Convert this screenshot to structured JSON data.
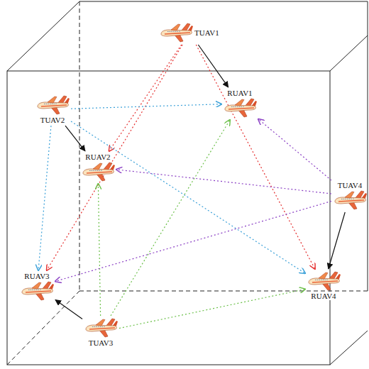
{
  "diagram": {
    "nodes": [
      {
        "text": [
          "TUAV1"
        ]
      },
      {
        "text": [
          "RUAV1"
        ]
      },
      {
        "text": [
          "TUAV2"
        ]
      },
      {
        "text": [
          "RUAV2"
        ]
      },
      {
        "text": [
          "TUAV4"
        ]
      },
      {
        "text": [
          "RUAV3"
        ]
      },
      {
        "text": [
          "RUAV4"
        ]
      },
      {
        "text": [
          "TUAV3"
        ]
      }
    ],
    "edges": [
      {
        "from": 0,
        "to": 1,
        "arrow": "to"
      },
      {
        "from": 2,
        "to": 3,
        "arrow": "to"
      },
      {
        "from": 7,
        "to": 5,
        "arrow": "to"
      },
      {
        "from": 4,
        "to": 6,
        "arrow": "to"
      },
      {
        "from": 0,
        "to": 3,
        "arrow": "to"
      },
      {
        "from": 0,
        "to": 5,
        "arrow": "to"
      },
      {
        "from": 0,
        "to": 6,
        "arrow": "to"
      },
      {
        "from": 2,
        "to": 1,
        "arrow": "to"
      },
      {
        "from": 2,
        "to": 5,
        "arrow": "to"
      },
      {
        "from": 2,
        "to": 6,
        "arrow": "to"
      },
      {
        "from": 7,
        "to": 1,
        "arrow": "to"
      },
      {
        "from": 7,
        "to": 3,
        "arrow": "to"
      },
      {
        "from": 7,
        "to": 6,
        "arrow": "to"
      },
      {
        "from": 4,
        "to": 1,
        "arrow": "to"
      },
      {
        "from": 4,
        "to": 3,
        "arrow": "to"
      },
      {
        "from": 4,
        "to": 5,
        "arrow": "to"
      }
    ]
  }
}
